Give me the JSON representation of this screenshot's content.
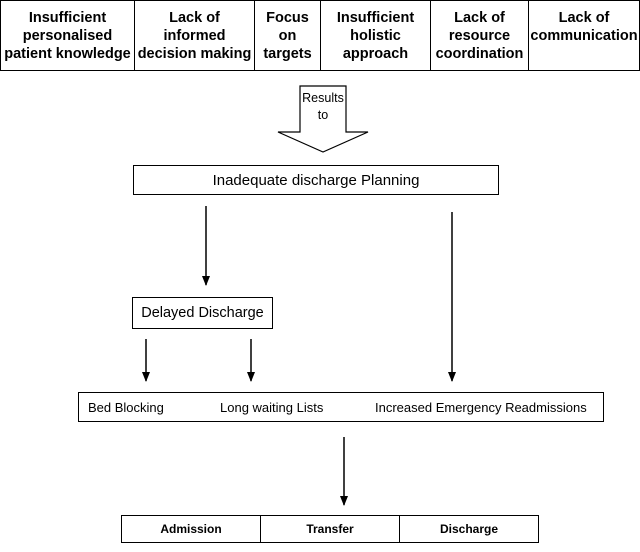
{
  "causes": [
    {
      "label": "Insufficient\npersonalised\npatient knowledge"
    },
    {
      "label": "Lack of\ninformed\ndecision making"
    },
    {
      "label": "Focus\non\ntargets"
    },
    {
      "label": "Insufficient\nholistic\napproach"
    },
    {
      "label": "Lack of\nresource\ncoordination"
    },
    {
      "label": "Lack of\ncommunication"
    }
  ],
  "results_arrow": {
    "line1": "Results",
    "line2": "to"
  },
  "planning_box": "Inadequate discharge Planning",
  "delayed_box": "Delayed Discharge",
  "effects": {
    "bed_blocking": "Bed Blocking",
    "waiting_lists": "Long waiting Lists",
    "readmissions": "Increased Emergency Readmissions"
  },
  "flow": [
    "Admission",
    "Transfer",
    "Discharge"
  ]
}
